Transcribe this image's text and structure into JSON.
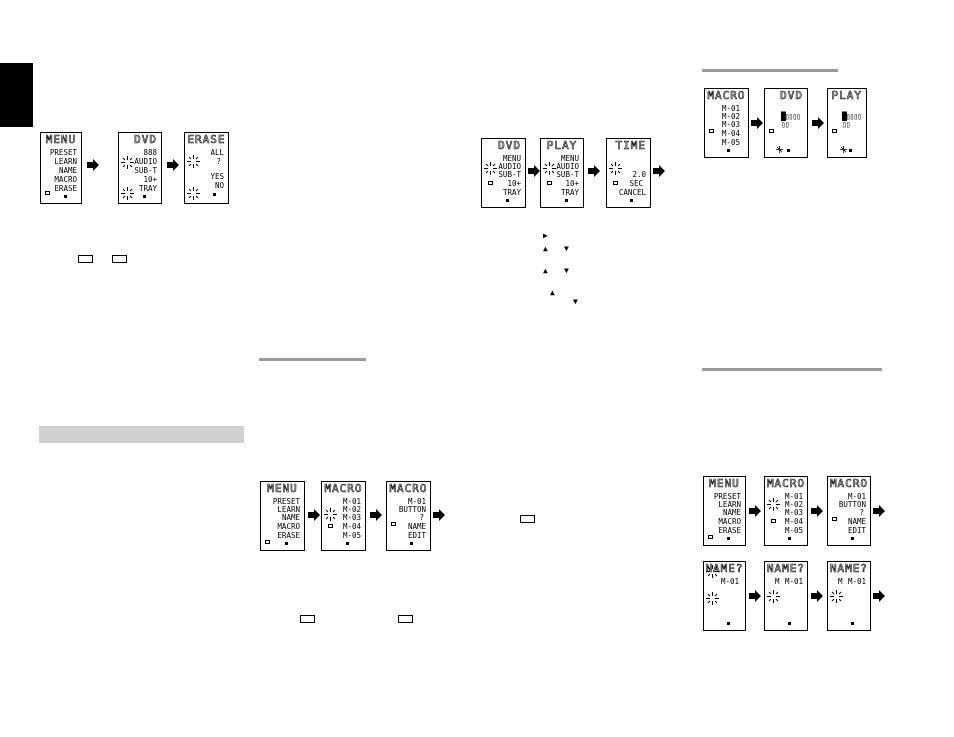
{
  "panels": {
    "p1": {
      "title": "MENU",
      "lines": [
        "PRESET",
        "LEARN",
        "NAME",
        "MACRO",
        "ERASE"
      ]
    },
    "p2": {
      "title": "DVD",
      "lines": [
        "888",
        "AUDIO",
        "SUB-T",
        "10+",
        "TRAY"
      ]
    },
    "p3": {
      "title": "ERASE",
      "lines": [
        "ALL",
        "?",
        "YES",
        "NO"
      ]
    },
    "p4": {
      "title": "DVD",
      "lines": [
        "MENU",
        "AUDIO",
        "SUB-T",
        "10+",
        "TRAY"
      ]
    },
    "p5": {
      "title": "PLAY",
      "lines": [
        "MENU",
        "AUDIO",
        "SUB-T",
        "10+",
        "TRAY"
      ]
    },
    "p6": {
      "title": "TIME",
      "lines": [
        "2.0",
        "SEC",
        "CANCEL"
      ]
    },
    "p7": {
      "title": "MACRO",
      "lines": [
        "M-01",
        "M-02",
        "M-03",
        "M-04",
        "M-05"
      ]
    },
    "p8": {
      "title": "DVD",
      "lines": [
        "█▯▯▯▯",
        "▯▯"
      ]
    },
    "p9": {
      "title": "PLAY",
      "lines": [
        "█▯▯▯▯",
        "▯▯"
      ]
    },
    "p10": {
      "title": "MENU",
      "lines": [
        "PRESET",
        "LEARN",
        "NAME",
        "MACRO",
        "ERASE"
      ]
    },
    "p11": {
      "title": "MACRO",
      "lines": [
        "M-01",
        "M-02",
        "M-03",
        "M-04",
        "M-05"
      ]
    },
    "p12": {
      "title": "MACRO",
      "lines": [
        "M-01",
        "BUTTON",
        "?",
        "NAME",
        "EDIT"
      ]
    },
    "p13": {
      "title": "MENU",
      "lines": [
        "PRESET",
        "LEARN",
        "NAME",
        "MACRO",
        "ERASE"
      ]
    },
    "p14": {
      "title": "MACRO",
      "lines": [
        "M-01",
        "M-02",
        "M-03",
        "M-04",
        "M-05"
      ]
    },
    "p15": {
      "title": "MACRO",
      "lines": [
        "M-01",
        "BUTTON",
        "?",
        "NAME",
        "EDIT"
      ]
    },
    "p16": {
      "title": "NAME?",
      "lines": [
        "M-01"
      ]
    },
    "p17": {
      "title": "NAME?",
      "lines": [
        "M-01"
      ],
      "cursor": "M"
    },
    "p18": {
      "title": "NAME?",
      "lines": [
        "M-01"
      ],
      "cursor": "M"
    }
  },
  "symbols": {
    "play": "▶",
    "up": "▲",
    "down": "▼"
  },
  "colors": {
    "rule": "#9a9a9a",
    "band": "#cfd0d2",
    "tab": "#000000"
  }
}
